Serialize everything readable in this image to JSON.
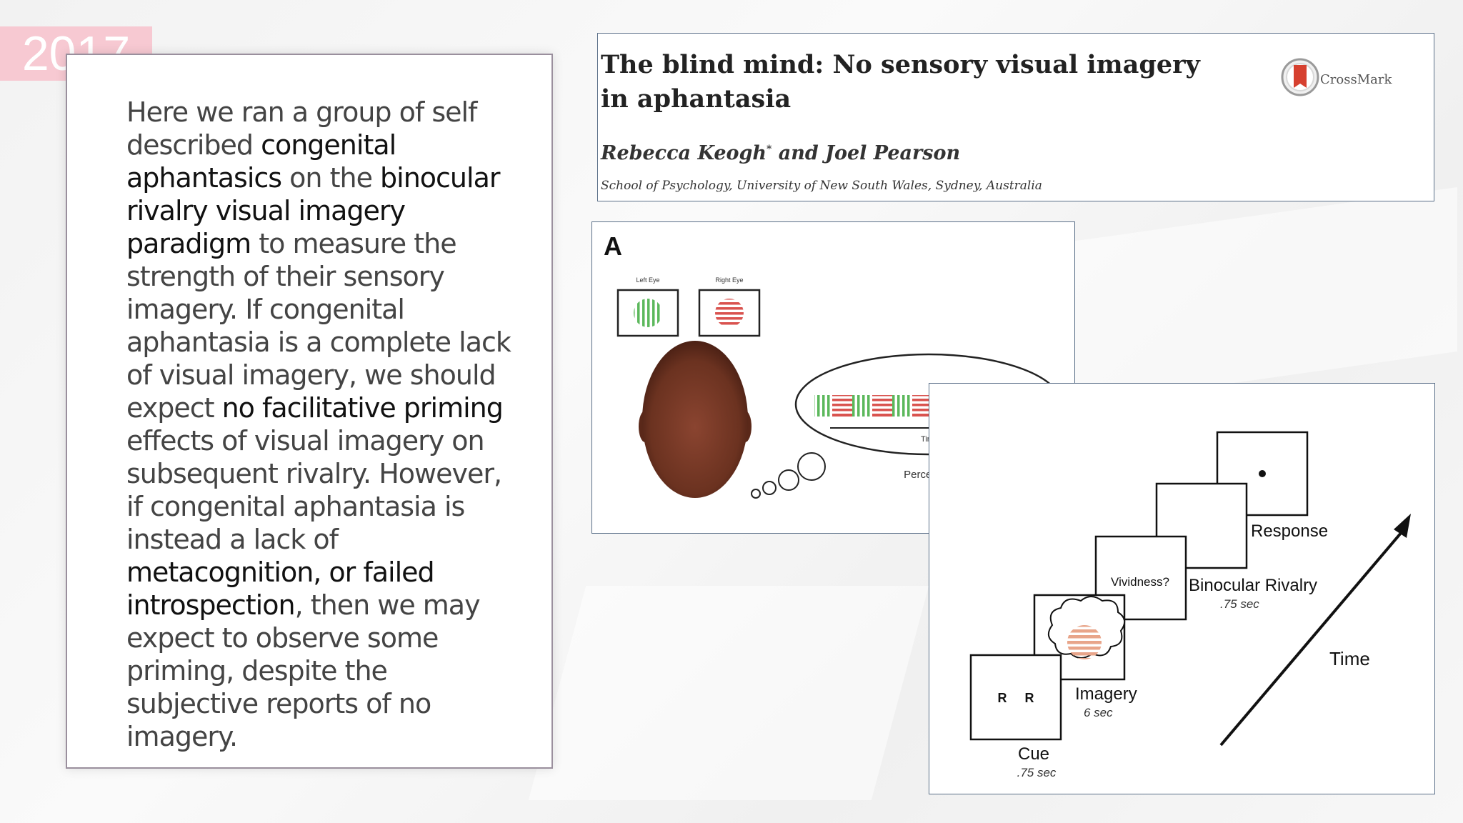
{
  "year": "2017",
  "body_segments": [
    {
      "text": " Here we ran a group of self described ",
      "bold": false
    },
    {
      "text": "congenital aphantasics",
      "bold": true
    },
    {
      "text": " on the ",
      "bold": false
    },
    {
      "text": "binocular rivalry visual imagery paradigm",
      "bold": true
    },
    {
      "text": " to measure the strength of their sensory imagery. If congenital aphantasia is a complete lack of visual imagery, we should expect ",
      "bold": false
    },
    {
      "text": "no facilitative priming",
      "bold": true
    },
    {
      "text": " effects of visual imagery on subsequent rivalry. However, if congenital aphantasia is instead a lack of ",
      "bold": false
    },
    {
      "text": "metacognition, or failed introspection",
      "bold": true
    },
    {
      "text": ", then we may expect to observe some priming, despite the subjective reports of no imagery.",
      "bold": false
    }
  ],
  "paper": {
    "title": "The blind mind: No sensory visual imagery in aphantasia",
    "authors": "Rebecca Keogh",
    "authors_mark": "*",
    "authors_rest": " and Joel Pearson",
    "affiliation": "School of Psychology, University of New South Wales, Sydney, Australia",
    "crossmark_label": "CrossMark"
  },
  "figure_a": {
    "panel_label": "A",
    "left_eye_label": "Left Eye",
    "right_eye_label": "Right Eye",
    "time_label": "Time",
    "perception_label": "Perception",
    "colors": {
      "green": "#5cb85c",
      "red": "#d9534f",
      "head": "#6b3220"
    }
  },
  "figure_b": {
    "cue_label": "Cue",
    "cue_time": ".75 sec",
    "cue_letters": "R     R",
    "imagery_label": "Imagery",
    "imagery_time": "6 sec",
    "vividness_label": "Vividness?",
    "rivalry_label": "Binocular Rivalry",
    "rivalry_time": ".75 sec",
    "response_label": "Response",
    "time_axis_label": "Time",
    "colors": {
      "green": "#4caf50",
      "red": "#d9393b",
      "imagery_stripes": "#e8a58a"
    }
  }
}
